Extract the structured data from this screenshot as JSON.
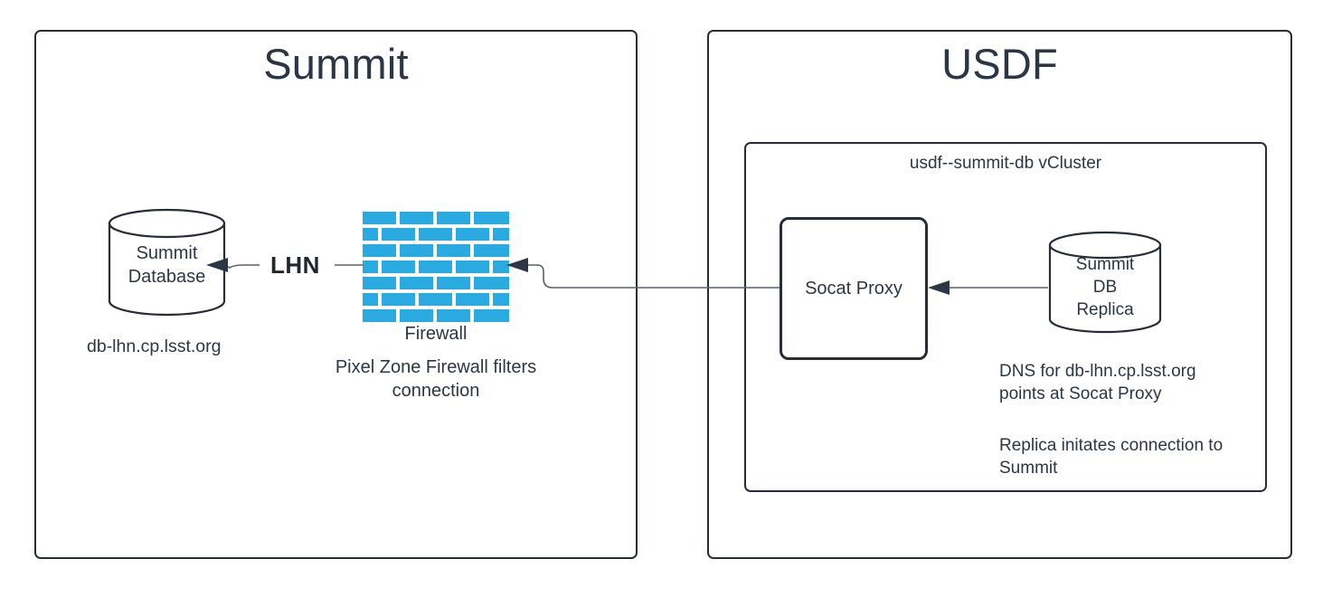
{
  "diagram": {
    "title_summit": "Summit",
    "title_usdf": "USDF",
    "colors": {
      "brick": "#29abe2",
      "stroke": "#262d38",
      "text": "#2d3644",
      "connector": "#5a606b",
      "background": "#ffffff"
    }
  },
  "summit": {
    "panel_title": "Summit",
    "database": {
      "line1": "Summit",
      "line2": "Database",
      "hostname": "db-lhn.cp.lsst.org"
    },
    "firewall": {
      "label": "Firewall",
      "note": "Pixel Zone Firewall filters\nconnection",
      "rows": 7,
      "bricks_per_row": 4
    },
    "link_label": "LHN"
  },
  "usdf": {
    "panel_title": "USDF",
    "vcluster": {
      "label": "usdf--summit-db vCluster"
    },
    "socat_proxy": {
      "label": "Socat Proxy"
    },
    "replica": {
      "line1": "Summit",
      "line2": "DB",
      "line3": "Replica"
    },
    "notes": {
      "dns": "DNS for db-lhn.cp.lsst.org\npoints at Socat Proxy",
      "replica": "Replica initates connection to\nSummit"
    }
  },
  "icons": {
    "database_cylinder": "database-cylinder-icon",
    "brick_wall": "brick-wall-icon",
    "arrow_head": "arrow-head-icon"
  }
}
